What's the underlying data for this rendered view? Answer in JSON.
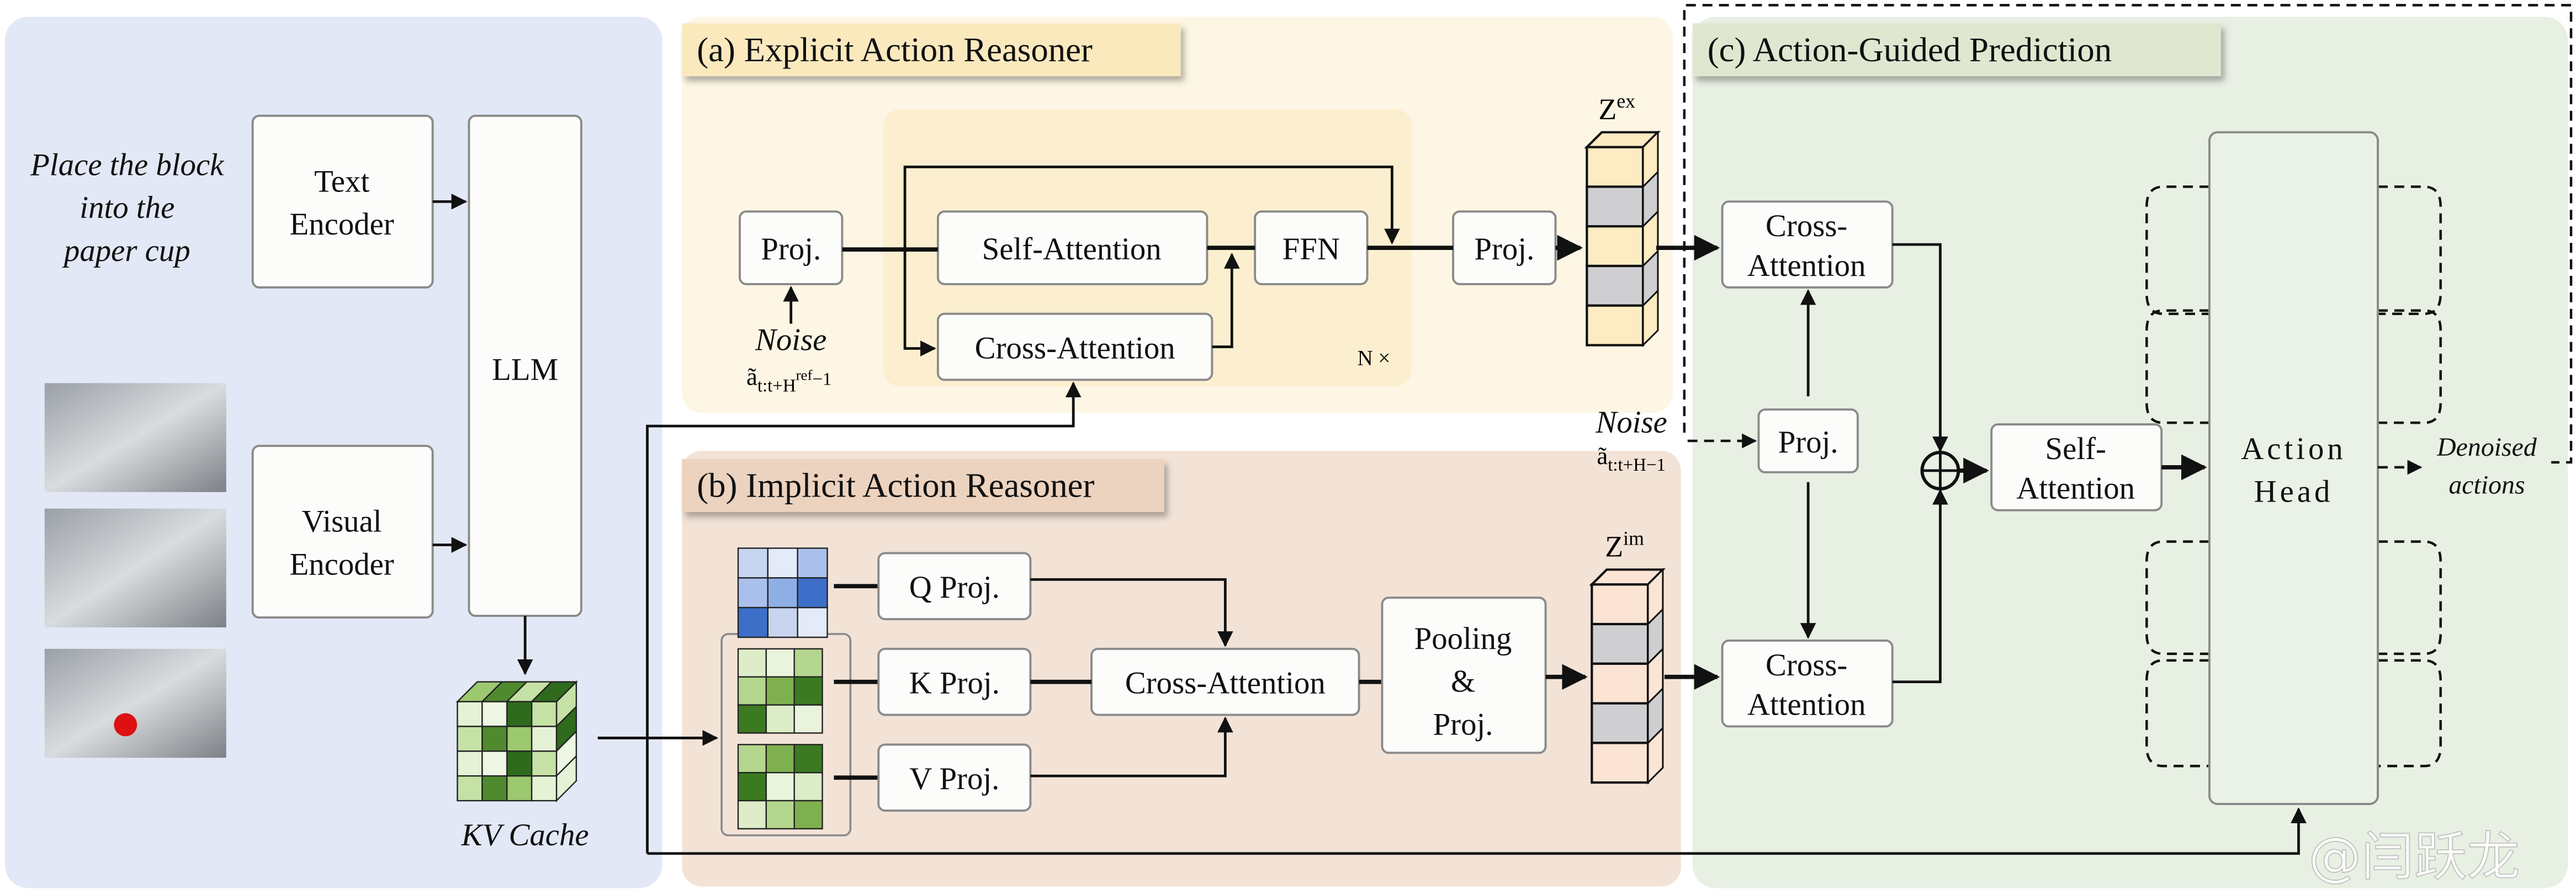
{
  "colors": {
    "input_panel": "#e3e8f6",
    "explicit_panel": "#fdf6e4",
    "explicit_inner": "#fcefcf",
    "explicit_title": "#fbe9be",
    "implicit_panel": "#f3e3d7",
    "implicit_title": "#ecd3bf",
    "prediction_panel": "#e8efe3",
    "prediction_title": "#dfe7d1",
    "z_ex_cell": "#fdebc2",
    "z_im_cell": "#fbe4d4",
    "z_gray_cell": "#cfcfd1"
  },
  "input": {
    "instruction": [
      "Place the block",
      "into the",
      "paper cup"
    ],
    "text_encoder": [
      "Text",
      "Encoder"
    ],
    "visual_encoder": [
      "Visual",
      "Encoder"
    ],
    "llm": "LLM",
    "kv_cache": "KV Cache"
  },
  "explicit": {
    "title": "(a) Explicit Action Reasoner",
    "proj_in": "Proj.",
    "self_attention": "Self-Attention",
    "ffn": "FFN",
    "cross_attention": "Cross-Attention",
    "repeat": "N ×",
    "proj_out": "Proj.",
    "noise": "Noise",
    "noise_symbol": {
      "base": "ã",
      "sub": "t:t+H",
      "sup": "ref",
      "tail": "−1"
    },
    "z_label": {
      "base": "Z",
      "sup": "ex"
    }
  },
  "implicit": {
    "title": "(b) Implicit Action Reasoner",
    "q_proj": "Q Proj.",
    "k_proj": "K Proj.",
    "v_proj": "V Proj.",
    "cross_attention": "Cross-Attention",
    "pooling": [
      "Pooling",
      "&",
      "Proj."
    ],
    "z_label": {
      "base": "Z",
      "sup": "im"
    }
  },
  "prediction": {
    "title": "(c) Action-Guided Prediction",
    "cross_attention_top": [
      "Cross-",
      "Attention"
    ],
    "cross_attention_bottom": [
      "Cross-",
      "Attention"
    ],
    "proj": "Proj.",
    "self_attention": [
      "Self-",
      "Attention"
    ],
    "action_head": [
      "Action",
      "Head"
    ],
    "noise": "Noise",
    "noise_symbol": {
      "base": "ã",
      "sub": "t:t+H−1"
    },
    "output": [
      "Denoised",
      "actions"
    ]
  },
  "watermark": "@闫跃龙"
}
